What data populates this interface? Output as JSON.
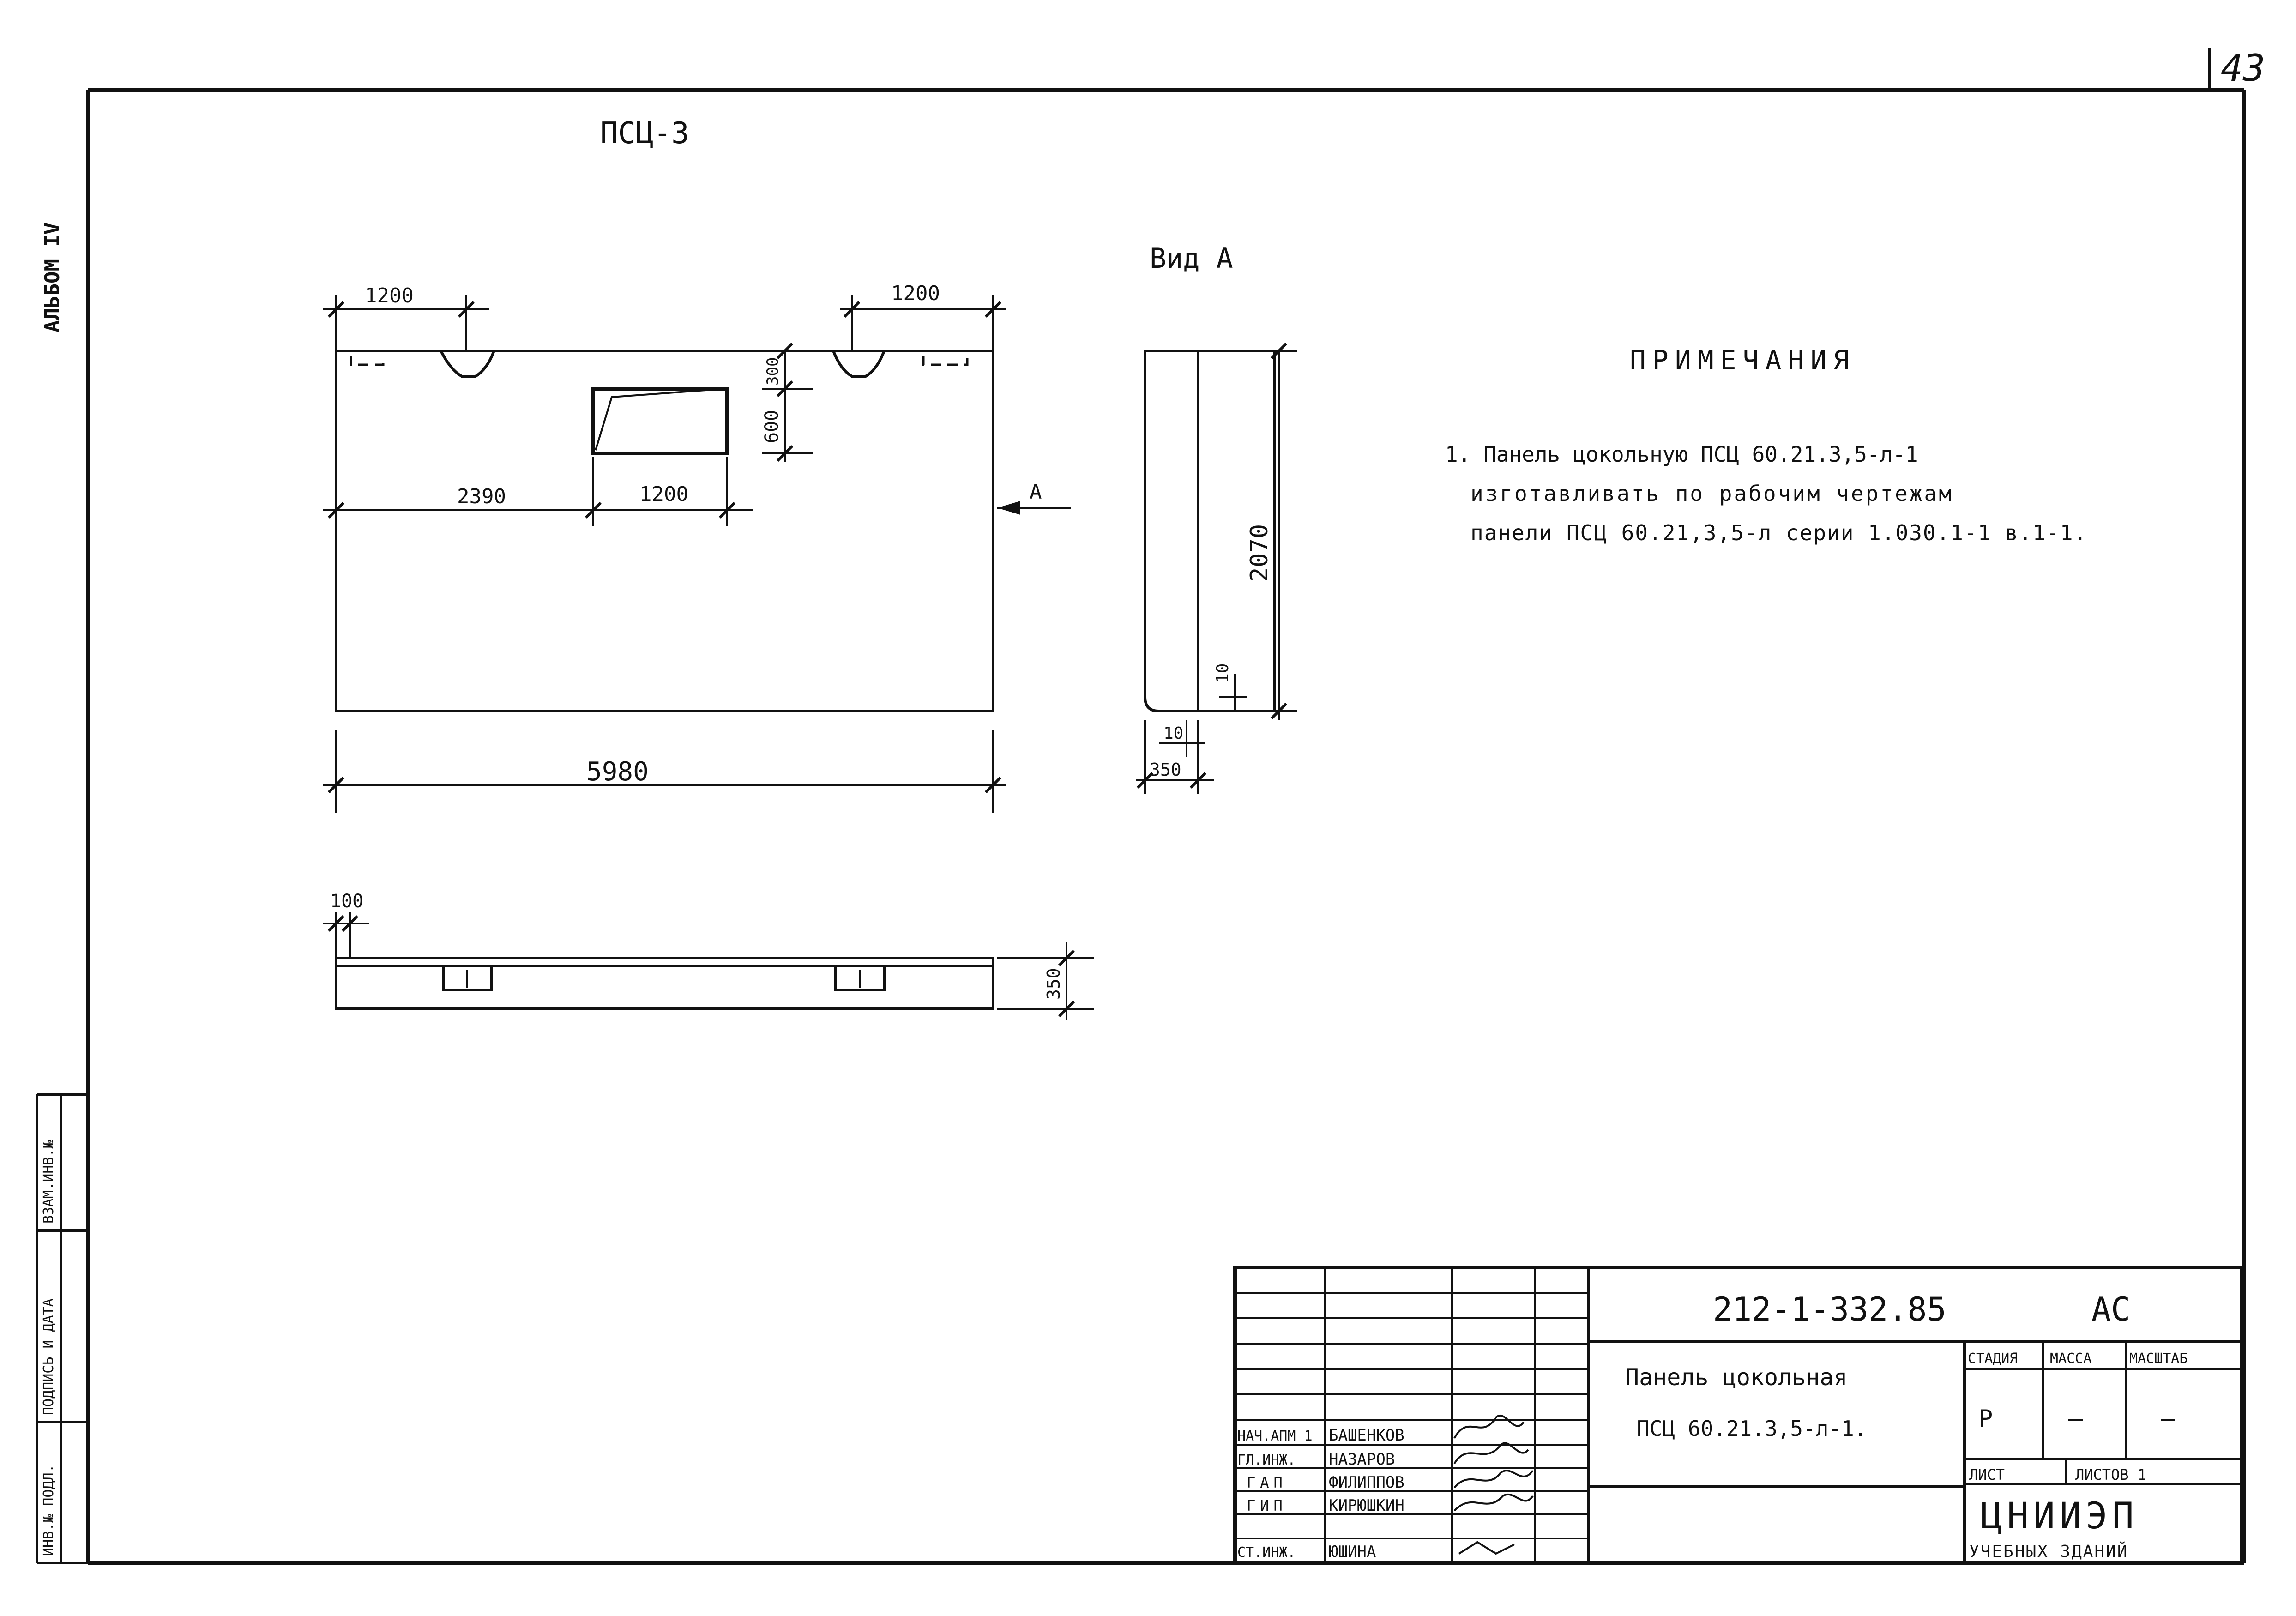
{
  "sheet": {
    "page_number": "43",
    "album_label": "АЛЬБОМ IV",
    "left_stamp": {
      "inv_podl": "ИНВ.№ ПОДЛ.",
      "signature_date": "ПОДПИСЬ И ДАТА",
      "replaced_inv": "ВЗАМ.ИНВ.№"
    }
  },
  "drawing": {
    "title": "ПСЦ-3",
    "view_label": "Вид А",
    "section_marker": "А",
    "dims": {
      "top_left": "1200",
      "top_right": "1200",
      "offset": "2390",
      "opening_width": "1200",
      "opening_height": "600",
      "opening_top": "300",
      "total_length": "5980",
      "height": "2070",
      "chamfer_v": "10",
      "chamfer_h": "10",
      "thickness": "350",
      "plan_edge": "100",
      "plan_thickness": "350"
    }
  },
  "notes": {
    "heading": "ПРИМЕЧАНИЯ",
    "lines": [
      "1. Панель цокольную ПСЦ 60.21.3,5-л-1",
      "изготавливать по рабочим чертежам",
      "панели ПСЦ 60.21,3,5-л серии 1.030.1-1 в.1-1."
    ]
  },
  "title_block": {
    "code": "212-1-332.85",
    "discipline": "АС",
    "name_line1": "Панель цокольная",
    "name_line2": "ПСЦ 60.21.3,5-л-1.",
    "headers": {
      "stage": "СТАДИЯ",
      "mass": "МАССА",
      "scale": "МАСШТАБ"
    },
    "stage": "Р",
    "mass": "—",
    "scale": "—",
    "sheet_label": "ЛИСТ",
    "sheets_label": "ЛИСТОВ 1",
    "org_name": "ЦНИИЭП",
    "org_sub": "УЧЕБНЫХ ЗДАНИЙ",
    "signers": [
      {
        "role": "НАЧ.АПМ 1",
        "name": "БАШЕНКОВ"
      },
      {
        "role": "ГЛ.ИНЖ.",
        "name": "НАЗАРОВ"
      },
      {
        "role": "ГАП",
        "name": "ФИЛИППОВ"
      },
      {
        "role": "ГИП",
        "name": "КИРЮШКИН"
      },
      {
        "role": "СТ.ИНЖ.",
        "name": "ЮШИНА"
      }
    ]
  }
}
